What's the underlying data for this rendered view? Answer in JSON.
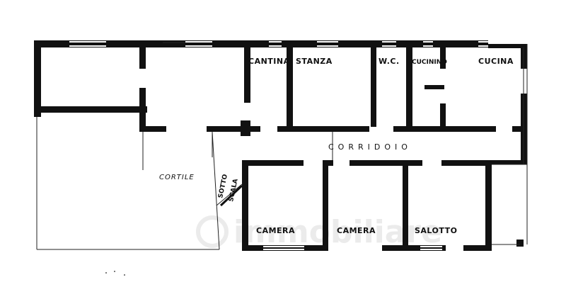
{
  "rooms": {
    "cantina": "CANTINA",
    "stanza": "STANZA",
    "wc": "W.C.",
    "cucinino": "CUCININO",
    "cucina": "CUCINA",
    "corridoio": "CORRIDOIO",
    "sottoscala_1": "SOTTO",
    "sottoscala_2": "SCALA",
    "cortile": "CORTILE",
    "camera_1": "CAMERA",
    "camera_2": "CAMERA",
    "salotto": "SALOTTO"
  },
  "watermark": "immobiliare"
}
